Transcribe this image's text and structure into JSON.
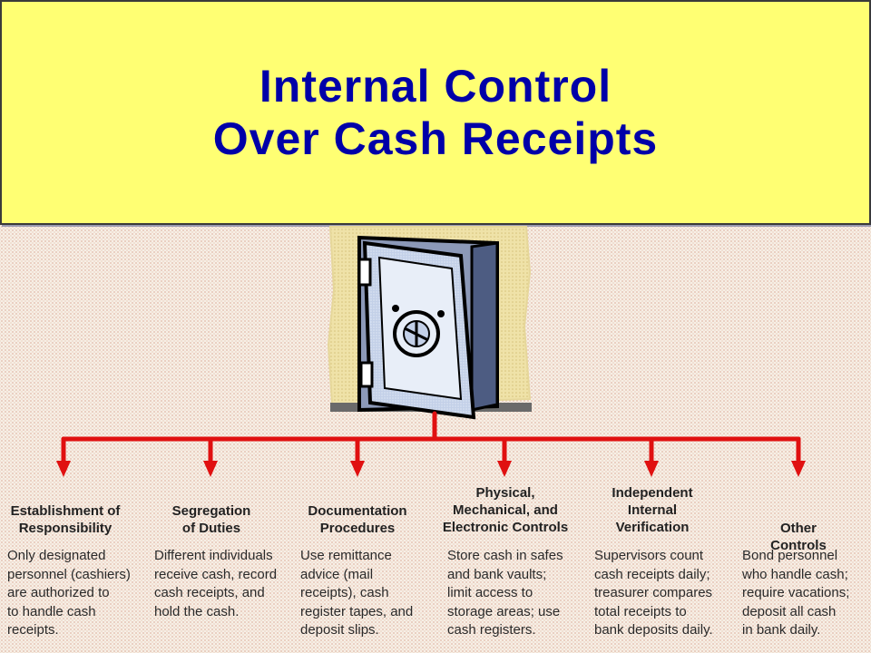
{
  "slide": {
    "title_line1": "Internal Control",
    "title_line2": "Over Cash Receipts"
  },
  "colors": {
    "title_background": "#ffff73",
    "title_text": "#0000a8",
    "connector_red": "#e01010",
    "safe_blue": "#b9c8e3"
  },
  "image": {
    "icon": "bank-vault-safe-icon"
  },
  "controls": [
    {
      "heading": "Establishment of\nResponsibility",
      "text": "Only designated\npersonnel (cashiers)\nare authorized to\nto handle cash\nreceipts."
    },
    {
      "heading": "Segregation\nof Duties",
      "text": "Different individuals\nreceive cash, record\ncash receipts, and\nhold the cash."
    },
    {
      "heading": "Documentation\nProcedures",
      "text": "Use remittance\nadvice (mail\nreceipts), cash\nregister tapes, and\ndeposit slips."
    },
    {
      "heading": "Physical,\nMechanical, and\nElectronic Controls",
      "text": "Store cash in safes\nand bank vaults;\nlimit access to\nstorage areas; use\ncash registers."
    },
    {
      "heading": "Independent\nInternal\nVerification",
      "text": "Supervisors count\ncash receipts daily;\ntreasurer compares\ntotal receipts to\nbank deposits daily."
    },
    {
      "heading": "Other Controls",
      "text": "Bond personnel\nwho handle cash;\nrequire vacations;\ndeposit all cash\nin bank daily."
    }
  ]
}
